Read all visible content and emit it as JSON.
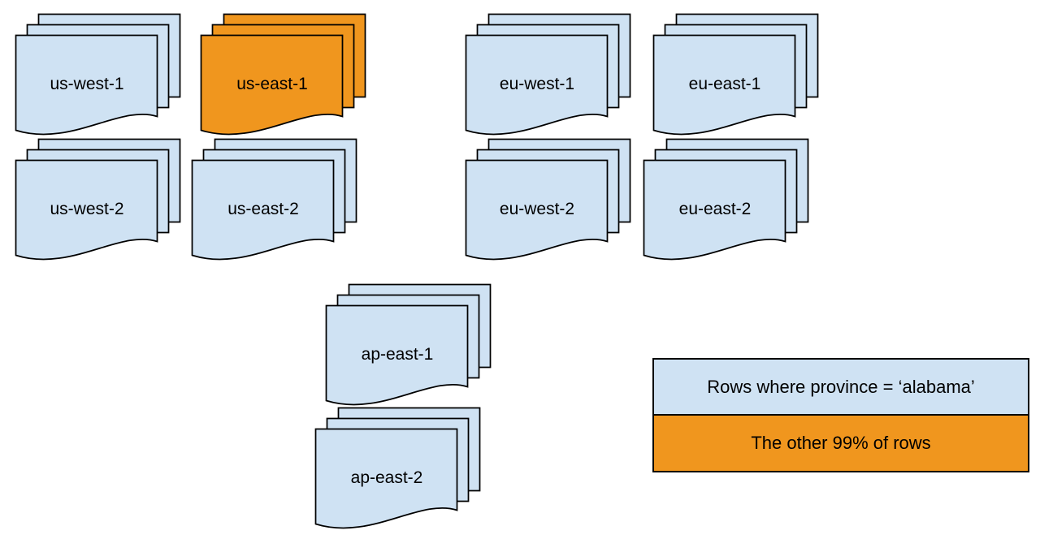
{
  "diagram": {
    "description": "Database partitions replicated across cloud regions; one region's partition set is highlighted",
    "stacks": [
      {
        "label": "us-west-1",
        "highlighted": false
      },
      {
        "label": "us-east-1",
        "highlighted": true
      },
      {
        "label": "eu-west-1",
        "highlighted": false
      },
      {
        "label": "eu-east-1",
        "highlighted": false
      },
      {
        "label": "us-west-2",
        "highlighted": false
      },
      {
        "label": "us-east-2",
        "highlighted": false
      },
      {
        "label": "eu-west-2",
        "highlighted": false
      },
      {
        "label": "eu-east-2",
        "highlighted": false
      },
      {
        "label": "ap-east-1",
        "highlighted": false
      },
      {
        "label": "ap-east-2",
        "highlighted": false
      }
    ],
    "legend": {
      "rows": [
        {
          "label": "Rows where province = ‘alabama’",
          "swatch": "partition_blue"
        },
        {
          "label": "The other 99% of rows",
          "swatch": "highlight_orange"
        }
      ]
    },
    "colors": {
      "partition_fill": "#CFE2F3",
      "highlight_fill": "#F0961E",
      "stroke": "#000000",
      "text": "#000000",
      "background": "#FFFFFF"
    }
  }
}
